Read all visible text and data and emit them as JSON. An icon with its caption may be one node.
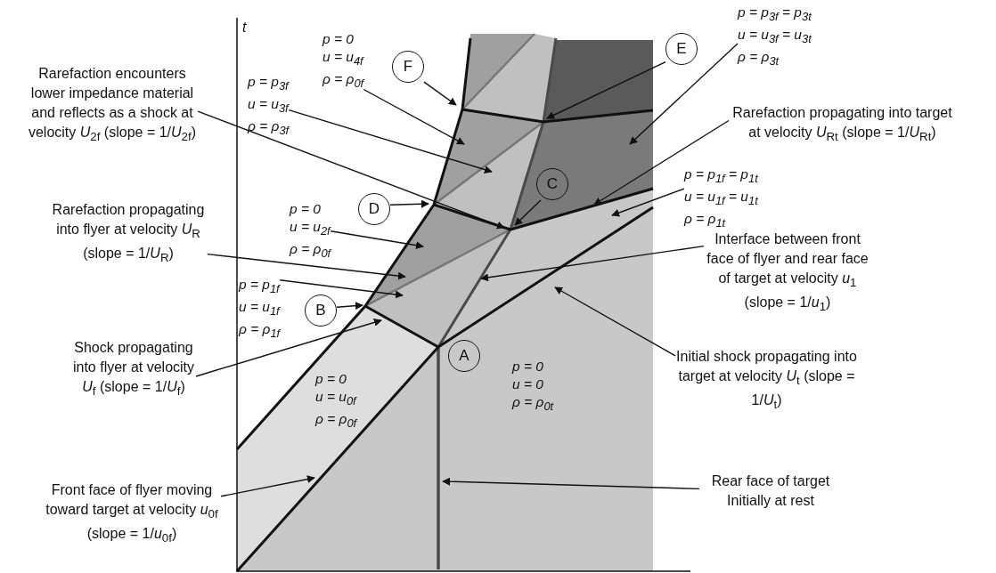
{
  "diagram": {
    "nodes": [
      {
        "text": [
          "p = p$_{3f}$ = p$_{3t}$",
          "u = u$_{3f}$ = u$_{3t}$",
          "ρ = ρ$_{3t}$"
        ]
      },
      {
        "text": [
          "p = 0",
          "u = u$_{4f}$",
          "ρ = ρ$_{0f}$"
        ]
      },
      {
        "text": [
          "F"
        ]
      },
      {
        "text": [
          "E"
        ]
      },
      {
        "text": [
          "Rarefaction encounters lower impedance material and reflects as a shock at velocity *U*$_{2f}$ (slope = 1/*U*$_{2f}$)"
        ]
      },
      {
        "text": [
          "p = p$_{3f}$",
          "u = u$_{3f}$",
          "ρ = ρ$_{3f}$"
        ]
      },
      {
        "text": [
          "Rarefaction propagating into target at velocity *U*$_{Rt}$ (slope = 1/*U*$_{Rt}$)"
        ]
      },
      {
        "text": [
          "C"
        ]
      },
      {
        "text": [
          "p = p$_{1f}$ = p$_{1t}$",
          "u = u$_{1f}$ = u$_{1t}$",
          "ρ = ρ$_{1t}$"
        ]
      },
      {
        "text": [
          "D"
        ]
      },
      {
        "text": [
          "p = 0",
          "u = u$_{2f}$",
          "ρ = ρ$_{0f}$"
        ]
      },
      {
        "text": [
          "Rarefaction propagating into flyer at velocity *U*$_{R}$ (slope = 1/*U*$_{R}$)"
        ]
      },
      {
        "text": [
          "Interface between front face of flyer and rear face of target at velocity *u*$_{1}$ (slope = 1/*u*$_{1}$)"
        ]
      },
      {
        "text": [
          "p = p$_{1f}$",
          "u = u$_{1f}$",
          "ρ = ρ$_{1f}$"
        ]
      },
      {
        "text": [
          "B"
        ]
      },
      {
        "text": [
          "Shock propagating into flyer at velocity *U*$_{f}$ (slope = 1/*U*$_{f}$)"
        ]
      },
      {
        "text": [
          "A"
        ]
      },
      {
        "text": [
          "p = 0",
          "u = u$_{0f}$",
          "ρ = ρ$_{0f}$"
        ]
      },
      {
        "text": [
          "p = 0",
          "u = 0",
          "ρ = ρ$_{0t}$"
        ]
      },
      {
        "text": [
          "Initial shock propagating into target at velocity *U*$_{t}$ (slope = 1/*U*$_{t}$)"
        ]
      },
      {
        "text": [
          "Front face of flyer moving toward target at velocity *u*$_{0f}$ (slope = 1/*u*$_{0f}$)"
        ]
      },
      {
        "text": [
          "Rear face of target Initially at rest"
        ]
      }
    ],
    "edges": [
      {
        "from": 0,
        "to": null,
        "arrow": "to"
      },
      {
        "from": 1,
        "to": null,
        "arrow": "to"
      },
      {
        "from": 2,
        "to": null,
        "arrow": "to"
      },
      {
        "from": 3,
        "to": null,
        "arrow": "to"
      },
      {
        "from": 4,
        "to": null,
        "arrow": "to"
      },
      {
        "from": 5,
        "to": null,
        "arrow": "to"
      },
      {
        "from": 6,
        "to": null,
        "arrow": "to"
      },
      {
        "from": 7,
        "to": null,
        "arrow": "to"
      },
      {
        "from": 8,
        "to": null,
        "arrow": "to"
      },
      {
        "from": 9,
        "to": null,
        "arrow": "to"
      },
      {
        "from": 10,
        "to": null,
        "arrow": "to"
      },
      {
        "from": 11,
        "to": null,
        "arrow": "to"
      },
      {
        "from": 12,
        "to": null,
        "arrow": "to"
      },
      {
        "from": 13,
        "to": null,
        "arrow": "to"
      },
      {
        "from": 14,
        "to": null,
        "arrow": "to"
      },
      {
        "from": 15,
        "to": null,
        "arrow": "to"
      },
      {
        "from": 19,
        "to": null,
        "arrow": "to"
      },
      {
        "from": 20,
        "to": null,
        "arrow": "to"
      },
      {
        "from": 21,
        "to": null,
        "arrow": "to"
      }
    ],
    "labels": [
      "t"
    ]
  }
}
